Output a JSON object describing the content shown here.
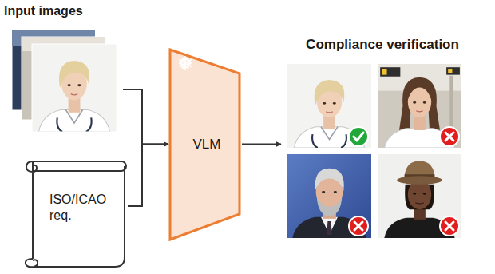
{
  "diagram": {
    "nodes": [
      {
        "text": [
          "Input images"
        ]
      },
      {
        "text": [
          "ISO/ICAO req."
        ]
      },
      {
        "text": [
          "VLM"
        ]
      },
      {
        "text": [
          "Compliance verification"
        ]
      }
    ],
    "edges": [
      {
        "from": 0,
        "to": 2,
        "arrow": "to"
      },
      {
        "from": 1,
        "to": 2,
        "arrow": "to"
      },
      {
        "from": 2,
        "to": 3,
        "arrow": "to"
      }
    ]
  }
}
